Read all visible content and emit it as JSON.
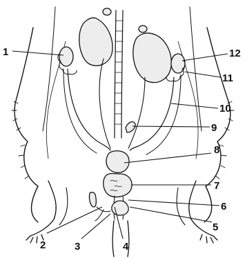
{
  "labels": {
    "l1": "1",
    "l2": "2",
    "l3": "3",
    "l4": "4",
    "l5": "5",
    "l6": "6",
    "l7": "7",
    "l8": "8",
    "l9": "9",
    "l10": "10",
    "l11": "11",
    "l12": "12"
  },
  "colors": {
    "ink": "#111111",
    "tissue": "#ededed",
    "background": "#ffffff"
  }
}
